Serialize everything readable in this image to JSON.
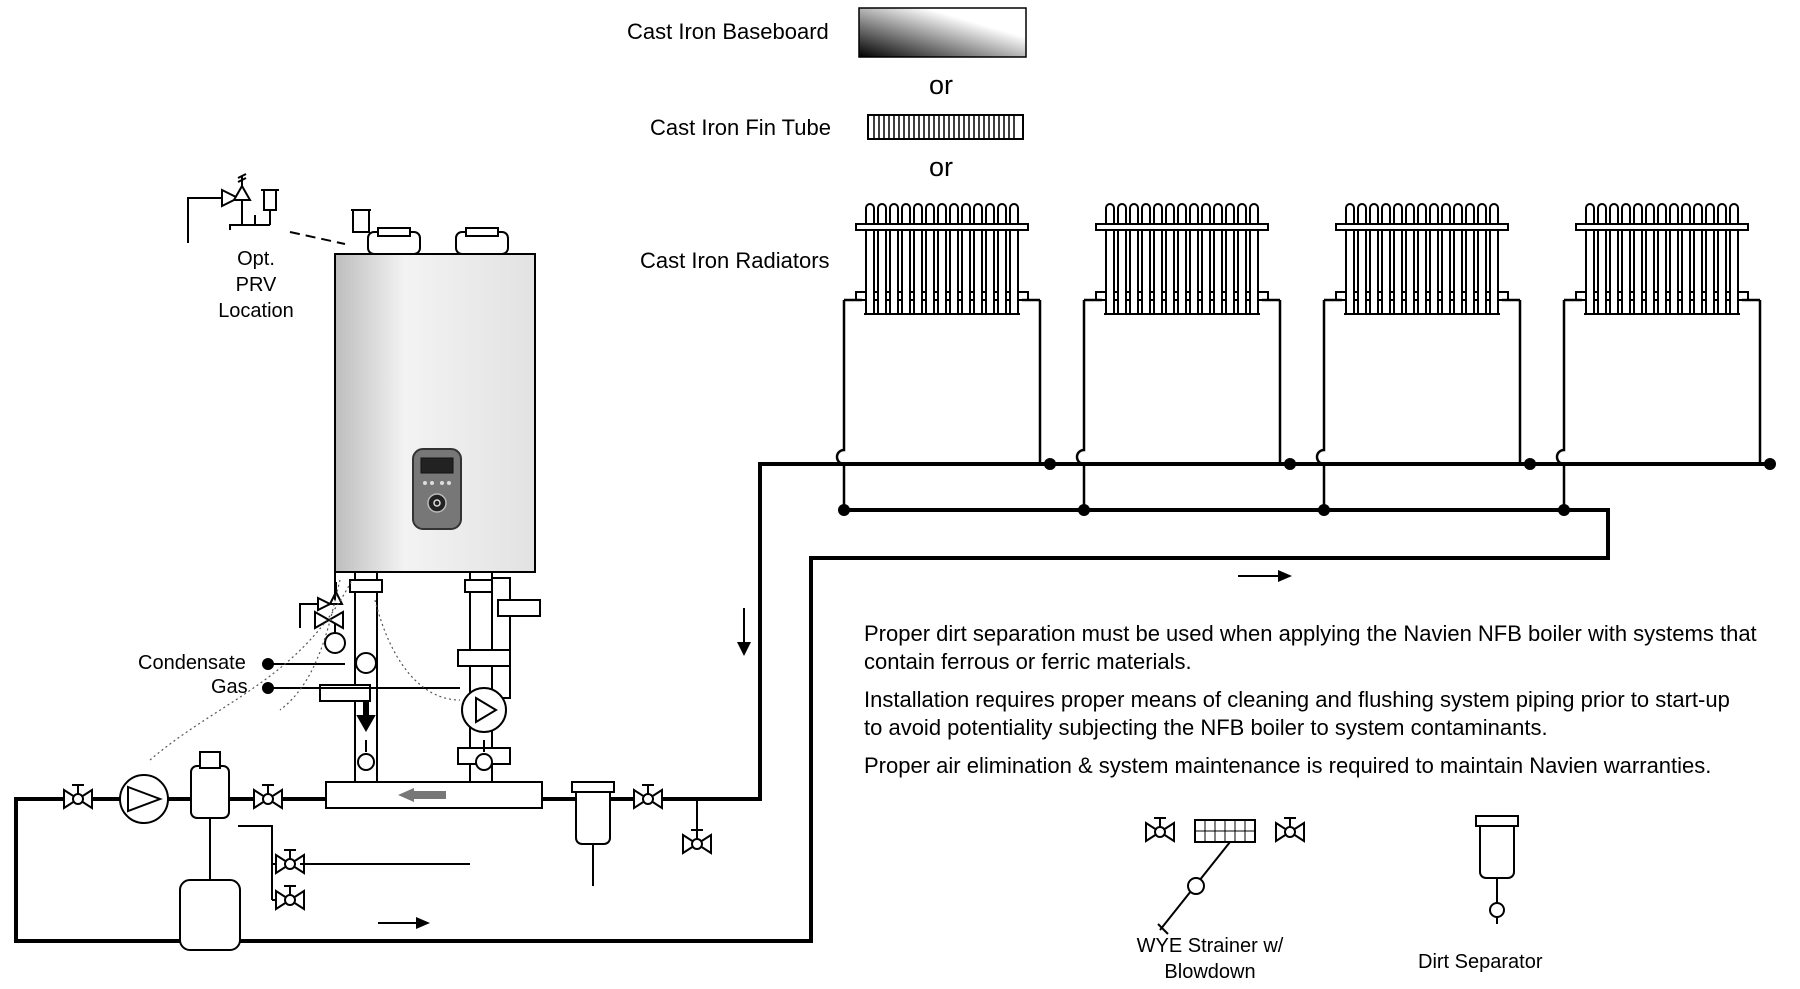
{
  "emitters": {
    "baseboard_label": "Cast Iron Baseboard",
    "or_1": "or",
    "fin_tube_label": "Cast Iron Fin Tube",
    "or_2": "or",
    "radiators_label": "Cast Iron Radiators"
  },
  "boiler": {
    "prv_line1": "Opt.",
    "prv_line2": "PRV",
    "prv_line3": "Location",
    "condensate_label": "Condensate",
    "gas_label": "Gas"
  },
  "notes": {
    "note1": "Proper dirt separation must be used when applying the Navien NFB boiler with systems that contain ferrous or ferric materials.",
    "note2": "Installation requires proper means of cleaning and flushing system piping prior to start-up to avoid potentiality subjecting the NFB boiler to system contaminants.",
    "note3": "Proper air elimination & system maintenance is required to maintain Navien warranties."
  },
  "legend": {
    "strainer_line1": "WYE Strainer w/",
    "strainer_line2": "Blowdown",
    "separator_label": "Dirt Separator"
  }
}
